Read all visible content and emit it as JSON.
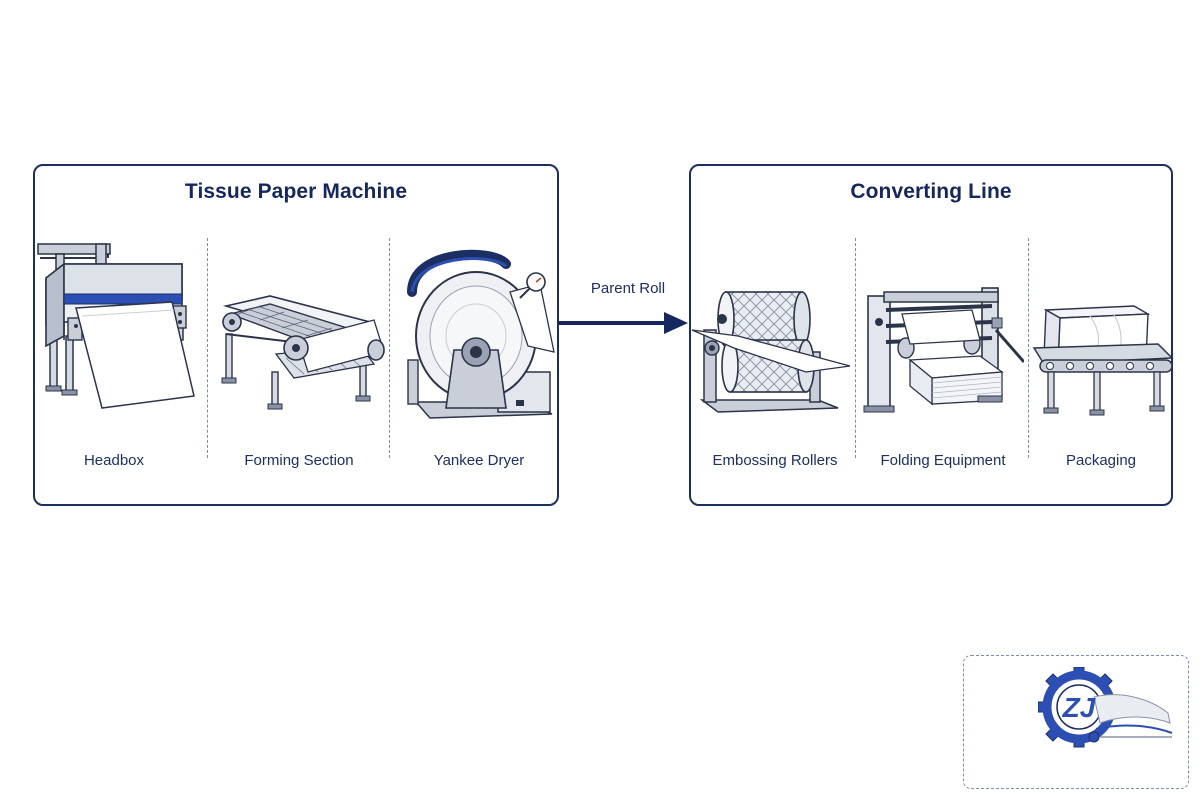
{
  "diagram": {
    "left_panel": {
      "title": "Tissue Paper Machine",
      "stages": [
        {
          "label": "Headbox",
          "icon": "headbox-icon"
        },
        {
          "label": "Forming Section",
          "icon": "forming-section-icon"
        },
        {
          "label": "Yankee Dryer",
          "icon": "yankee-dryer-icon"
        }
      ]
    },
    "connector": {
      "label": "Parent Roll",
      "icon": "arrow-right-icon"
    },
    "right_panel": {
      "title": "Converting Line",
      "stages": [
        {
          "label": "Embossing Rollers",
          "icon": "embossing-rollers-icon"
        },
        {
          "label": "Folding Equipment",
          "icon": "folding-equipment-icon"
        },
        {
          "label": "Packaging",
          "icon": "packaging-conveyor-icon"
        }
      ]
    }
  },
  "logo": {
    "text": "ZJ",
    "icon": "gear-logo-icon"
  },
  "colors": {
    "navy": "#15275c",
    "accent_blue": "#2d4fb3",
    "steel": "#c9ced8",
    "line": "#2b3448",
    "divider": "#7b8bb3"
  }
}
